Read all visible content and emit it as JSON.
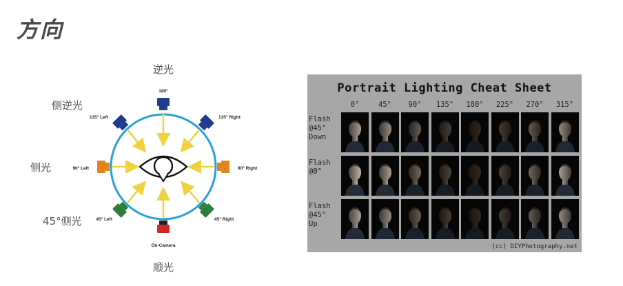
{
  "slide": {
    "title": "方向"
  },
  "watermark": {
    "text": "",
    "logo": ""
  },
  "direction_labels": {
    "back": "逆光",
    "side_back": "侧逆光",
    "side": "侧光",
    "forty_five": "45°侧光",
    "front": "顺光"
  },
  "diagram": {
    "positions": [
      {
        "key": "180",
        "label": "180°",
        "color": "#1f3c8f"
      },
      {
        "key": "135r",
        "label": "135° Right",
        "color": "#1f3c8f"
      },
      {
        "key": "90r",
        "label": "90° Right",
        "color": "#e3851e"
      },
      {
        "key": "45r",
        "label": "45° Right",
        "color": "#2f7d3c"
      },
      {
        "key": "oncam",
        "label": "On-Camera",
        "color": "#cc2a26"
      },
      {
        "key": "45l",
        "label": "45° Left",
        "color": "#2f7d3c"
      },
      {
        "key": "90l",
        "label": "90° Left",
        "color": "#e3851e"
      },
      {
        "key": "135l",
        "label": "135° Left",
        "color": "#1f3c8f"
      }
    ],
    "circle_color": "#26a3d6",
    "arrow_color": "#f0d23c"
  },
  "cheat_sheet": {
    "title": "Portrait Lighting Cheat Sheet",
    "columns": [
      "0°",
      "45°",
      "90°",
      "135°",
      "180°",
      "225°",
      "270°",
      "315°"
    ],
    "rows": [
      {
        "label": "Flash\n@45°\nDown",
        "key": "down"
      },
      {
        "label": "Flash\n@0°",
        "key": "level"
      },
      {
        "label": "Flash\n@45°\nUp",
        "key": "up"
      }
    ],
    "credit": "(cc) DIYPhotography.net"
  }
}
